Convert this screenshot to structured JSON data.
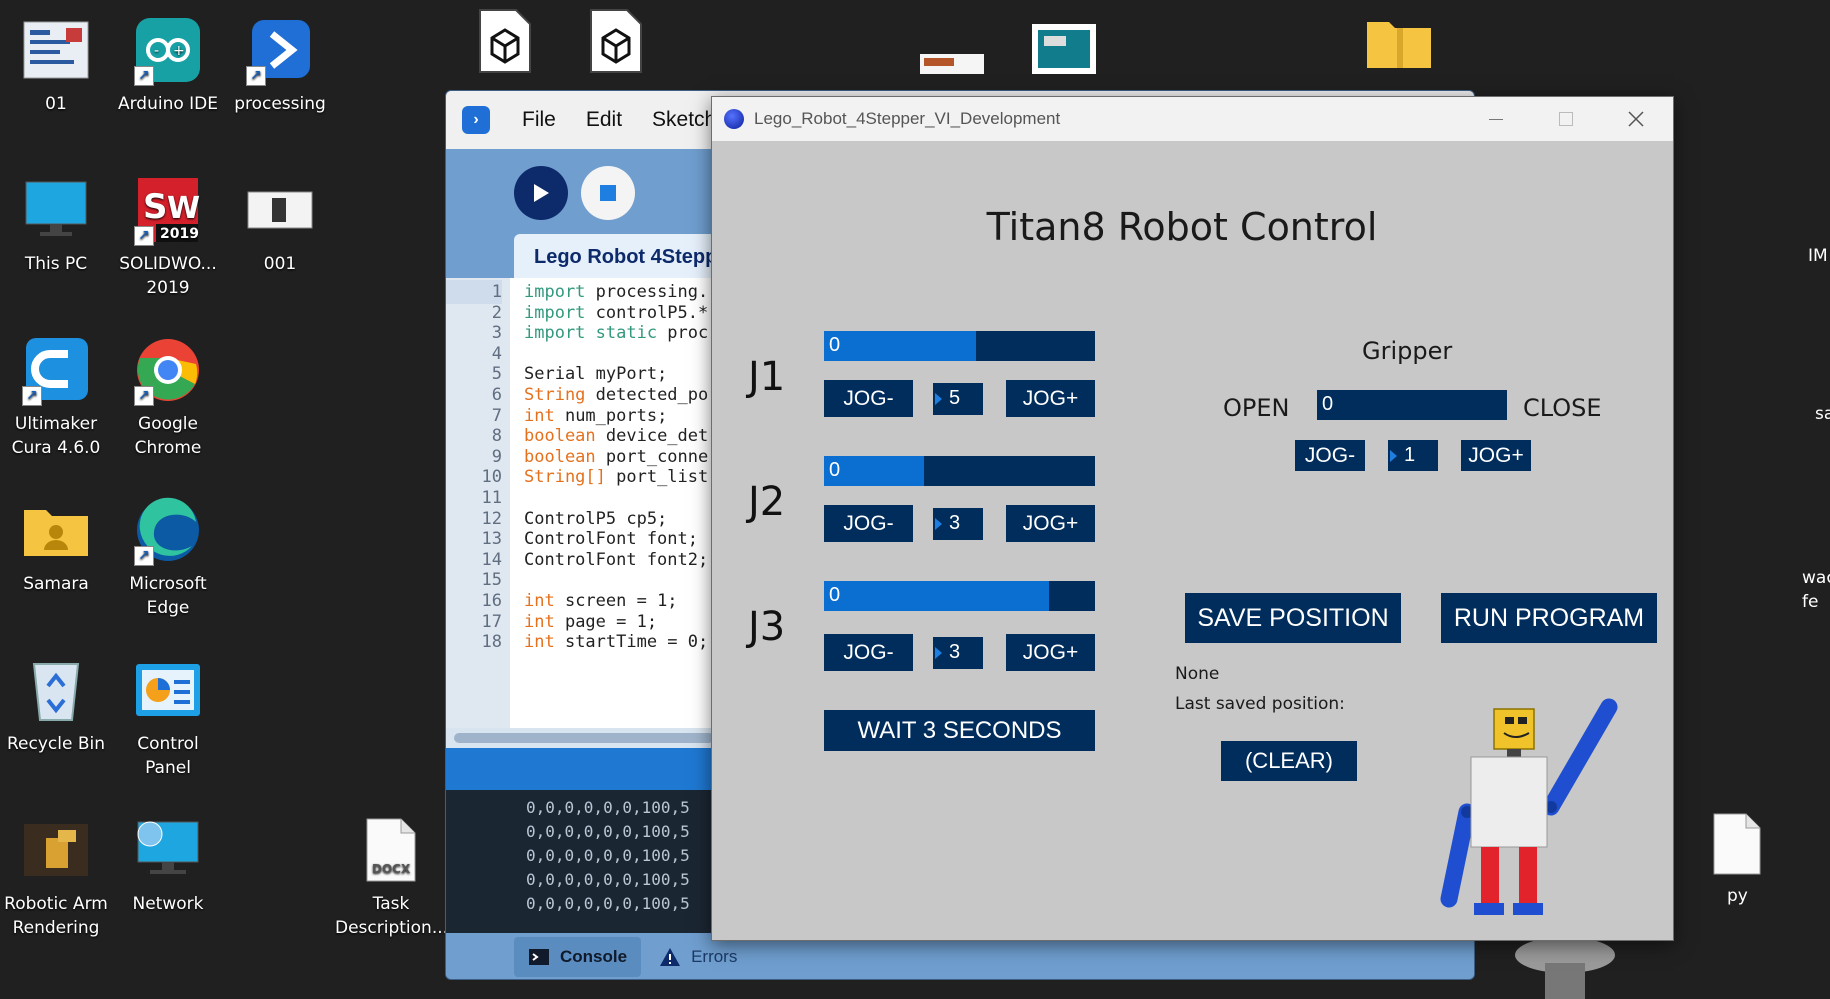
{
  "desktop": {
    "icons_left": [
      {
        "label": "01"
      },
      {
        "label": "Arduino IDE"
      },
      {
        "label": "processing"
      },
      {
        "label": "This PC"
      },
      {
        "label": "SOLIDWO...\n2019"
      },
      {
        "label": "001"
      },
      {
        "label": "Ultimaker\nCura 4.6.0"
      },
      {
        "label": "Google\nChrome"
      },
      {
        "label": "Samara"
      },
      {
        "label": "Microsoft\nEdge"
      },
      {
        "label": "Recycle Bin"
      },
      {
        "label": "Control Panel"
      },
      {
        "label": "Robotic Arm\nRendering"
      },
      {
        "label": "Network"
      },
      {
        "label": "Task\nDescription..."
      }
    ],
    "right_edge_labels": [
      "IM",
      "sa",
      "wac\nfe",
      "py"
    ],
    "solidworks_badge": "2019",
    "docx_badge": "DOCX"
  },
  "ide": {
    "menu": [
      "File",
      "Edit",
      "Sketch"
    ],
    "tab_label": "Lego Robot 4Stepp",
    "code": [
      {
        "n": "1",
        "kw": "import",
        "rest": " processing."
      },
      {
        "n": "2",
        "kw": "import",
        "rest": " controlP5.*"
      },
      {
        "n": "3",
        "kw": "import static",
        "rest": " proc"
      },
      {
        "n": "4",
        "kw": "",
        "rest": ""
      },
      {
        "n": "5",
        "kw": "",
        "rest": "Serial myPort;"
      },
      {
        "n": "6",
        "kw": "String",
        "rest": " detected_po"
      },
      {
        "n": "7",
        "kw": "int",
        "rest": " num_ports;"
      },
      {
        "n": "8",
        "kw": "boolean",
        "rest": " device_det"
      },
      {
        "n": "9",
        "kw": "boolean",
        "rest": " port_conne"
      },
      {
        "n": "10",
        "kw": "String[]",
        "rest": " port_list"
      },
      {
        "n": "11",
        "kw": "",
        "rest": ""
      },
      {
        "n": "12",
        "kw": "",
        "rest": "ControlP5 cp5;"
      },
      {
        "n": "13",
        "kw": "",
        "rest": "ControlFont font;"
      },
      {
        "n": "14",
        "kw": "",
        "rest": "ControlFont font2;"
      },
      {
        "n": "15",
        "kw": "",
        "rest": ""
      },
      {
        "n": "16",
        "kw": "int",
        "rest": " screen = 1;"
      },
      {
        "n": "17",
        "kw": "int",
        "rest": " page = 1;"
      },
      {
        "n": "18",
        "kw": "int",
        "rest": " startTime = 0;"
      }
    ],
    "console_lines": [
      "0,0,0,0,0,0,100,5",
      "0,0,0,0,0,0,100,5",
      "0,0,0,0,0,0,100,5",
      "0,0,0,0,0,0,100,5",
      "0,0,0,0,0,0,100,5"
    ],
    "bottom_tabs": {
      "console": "Console",
      "errors": "Errors"
    }
  },
  "control_window": {
    "title": "Lego_Robot_4Stepper_VI_Development",
    "heading": "Titan8 Robot Control",
    "joints": [
      {
        "label": "J1",
        "slider_value": "0",
        "fill_fraction": 0.56,
        "step": "5"
      },
      {
        "label": "J2",
        "slider_value": "0",
        "fill_fraction": 0.37,
        "step": "3"
      },
      {
        "label": "J3",
        "slider_value": "0",
        "fill_fraction": 0.83,
        "step": "3"
      }
    ],
    "jog_minus": "JOG-",
    "jog_plus": "JOG+",
    "wait_button": "WAIT 3 SECONDS",
    "gripper": {
      "title": "Gripper",
      "open_label": "OPEN",
      "close_label": "CLOSE",
      "slider_value": "0",
      "step": "1"
    },
    "save_button": "SAVE POSITION",
    "run_button": "RUN PROGRAM",
    "status_none": "None",
    "last_saved_label": "Last saved position:",
    "clear_button": "(CLEAR)"
  },
  "colors": {
    "dark_control": "#002d5c",
    "fill_control": "#0a6fd0",
    "window_bg": "#c8c8c8",
    "desktop_bg": "#202020"
  }
}
